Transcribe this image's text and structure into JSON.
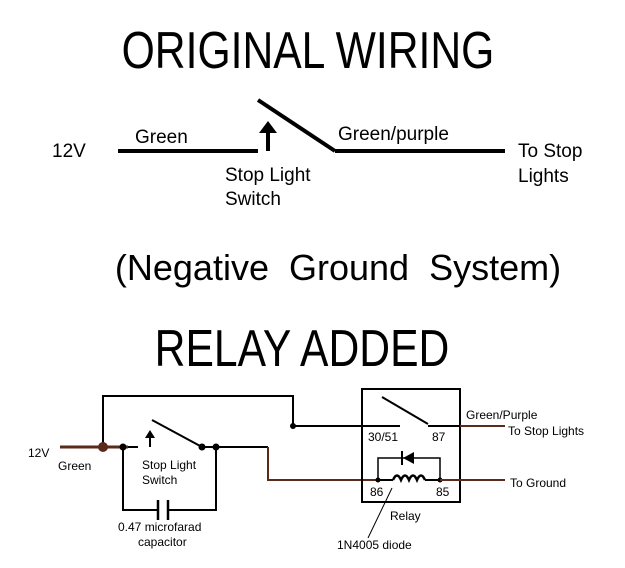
{
  "original": {
    "title": "ORIGINAL WIRING",
    "voltage": "12V",
    "wire_in": "Green",
    "wire_out": "Green/purple",
    "switch_line1": "Stop Light",
    "switch_line2": "Switch",
    "dest_line1": "To Stop",
    "dest_line2": "Lights"
  },
  "subtitle": "(Negative  Ground  System)",
  "relay_section": {
    "title": "RELAY ADDED",
    "voltage": "12V",
    "wire_in": "Green",
    "switch_line1": "Stop Light",
    "switch_line2": "Switch",
    "capacitor_line1": "0.47 microfarad",
    "capacitor_line2": "capacitor",
    "relay_label": "Relay",
    "pin_30_51": "30/51",
    "pin_87": "87",
    "pin_86": "86",
    "pin_85": "85",
    "diode_label": "1N4005 diode",
    "out_wire": "Green/Purple",
    "out_dest": "To Stop Lights",
    "ground": "To Ground"
  },
  "colors": {
    "wire_brown": "#5a2a1a",
    "line": "#000000"
  }
}
